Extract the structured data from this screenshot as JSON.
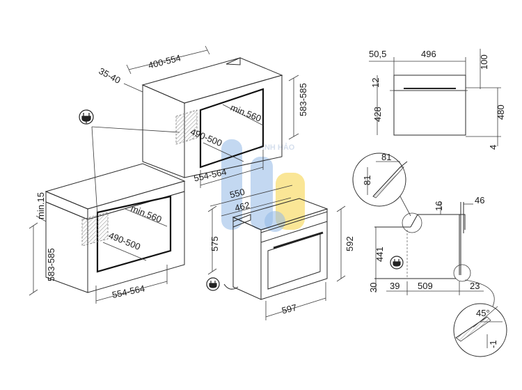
{
  "labels": {
    "top_depth": "400-554",
    "top_gap": "35-40",
    "upper_height": "583-585",
    "upper_min": "min.560",
    "upper_depth": "490-500",
    "upper_width": "554-564",
    "lower_min15": "min.15",
    "lower_height": "583-585",
    "lower_min": "min.560",
    "lower_depth": "490-500",
    "lower_width": "554-564",
    "oven_550": "550",
    "oven_462": "462",
    "oven_575": "575",
    "oven_592": "592",
    "oven_597": "597",
    "side_505": "50,5",
    "side_496": "496",
    "side_100": "100",
    "side_12": "12",
    "side_428": "428",
    "side_480": "480",
    "side_4": "4",
    "detail_81a": "81",
    "detail_81b": "81",
    "detail_16": "16",
    "detail_46": "46",
    "detail_441": "441",
    "detail_30": "30",
    "detail_39": "39",
    "detail_509": "509",
    "detail_23": "23",
    "detail_45": "45°",
    "detail_m1": "-1",
    "watermark": "ÁNH HẢO"
  },
  "icons": {
    "plug": "power-plug-icon"
  },
  "colors": {
    "line": "#2a2a2a",
    "hatch": "#8a8a8a",
    "watermark_blue": "#3b7fd1",
    "watermark_yellow": "#f2c200"
  }
}
